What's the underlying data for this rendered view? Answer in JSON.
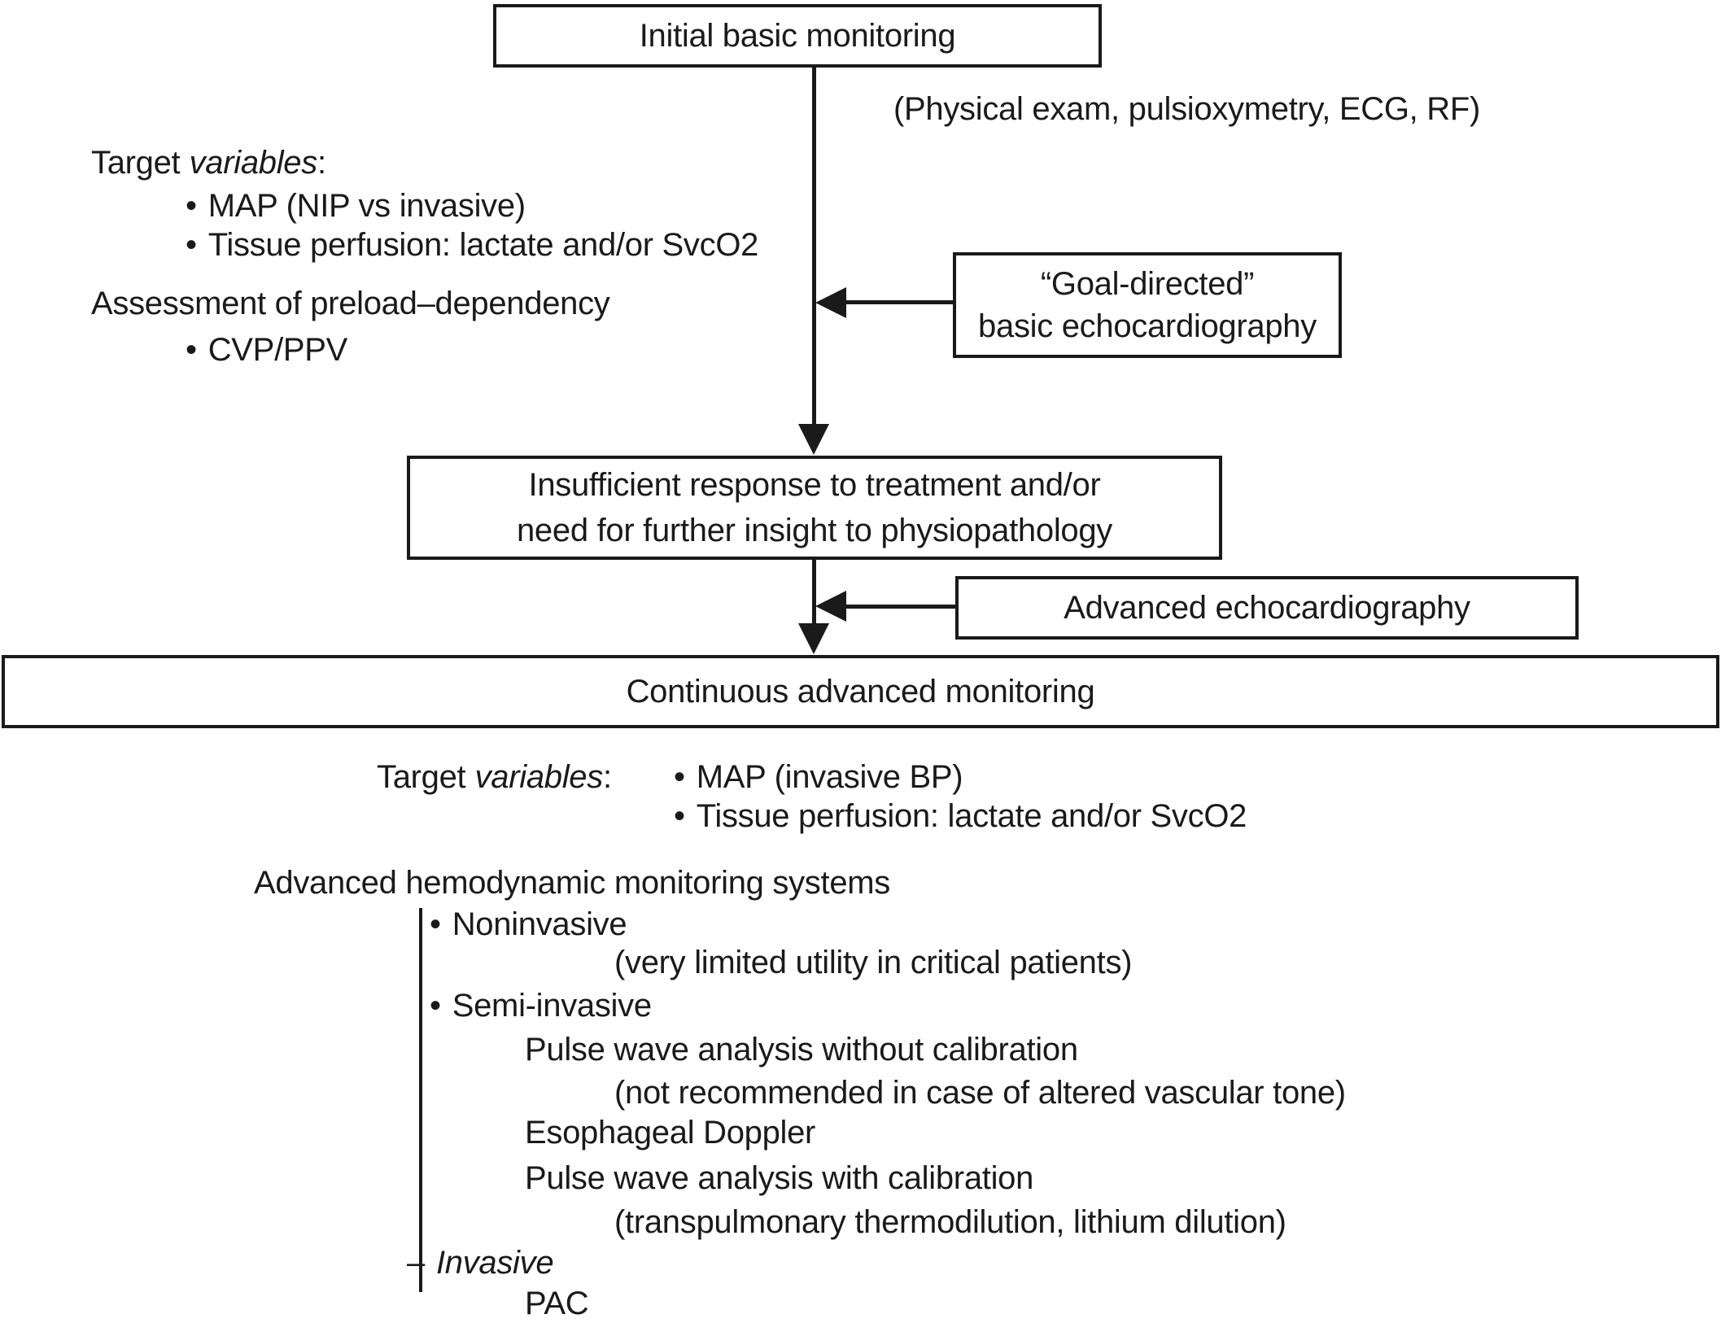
{
  "palette": {
    "ink": "#1a1a1a",
    "bg": "#ffffff"
  },
  "flow": {
    "initial_box": "Initial basic monitoring",
    "physical_note": "(Physical exam, pulsioxymetry, ECG, RF)",
    "goal_box": {
      "line1": "“Goal-directed”",
      "line2": "basic echocardiography"
    },
    "insufficient_box": {
      "line1": "Insufficient response to treatment and/or",
      "line2": "need for further insight to physiopathology"
    },
    "advanced_echo_box": "Advanced echocardiography",
    "continuous_box": "Continuous advanced monitoring"
  },
  "basic_targets": {
    "label_regular": "Target",
    "label_italic": "variables",
    "label_suffix": ":",
    "bullet_char": "•",
    "items": [
      "MAP (NIP vs invasive)",
      "Tissue perfusion: lactate and/or SvcO2"
    ],
    "assessment_heading": "Assessment of preload–dependency",
    "assessment_item": "CVP/PPV"
  },
  "advanced_targets": {
    "label_regular": "Target",
    "label_italic": "variables",
    "label_suffix": ":",
    "bullet_char": "•",
    "items": [
      "MAP (invasive BP)",
      "Tissue perfusion: lactate and/or SvcO2"
    ]
  },
  "systems": {
    "heading": "Advanced hemodynamic monitoring systems",
    "rows": [
      {
        "marker": "•",
        "text": "Noninvasive"
      },
      {
        "marker": "",
        "text": "(very limited utility in critical patients)"
      },
      {
        "marker": "•",
        "text": "Semi-invasive"
      },
      {
        "marker": "",
        "text": "Pulse wave analysis without calibration"
      },
      {
        "marker": "",
        "text": "(not recommended in case of altered vascular tone)"
      },
      {
        "marker": "",
        "text": "Esophageal Doppler"
      },
      {
        "marker": "",
        "text": "Pulse wave analysis with calibration"
      },
      {
        "marker": "",
        "text": "(transpulmonary thermodilution, lithium dilution)"
      },
      {
        "marker": "–",
        "text": "Invasive"
      },
      {
        "marker": "",
        "text": "PAC"
      }
    ]
  }
}
